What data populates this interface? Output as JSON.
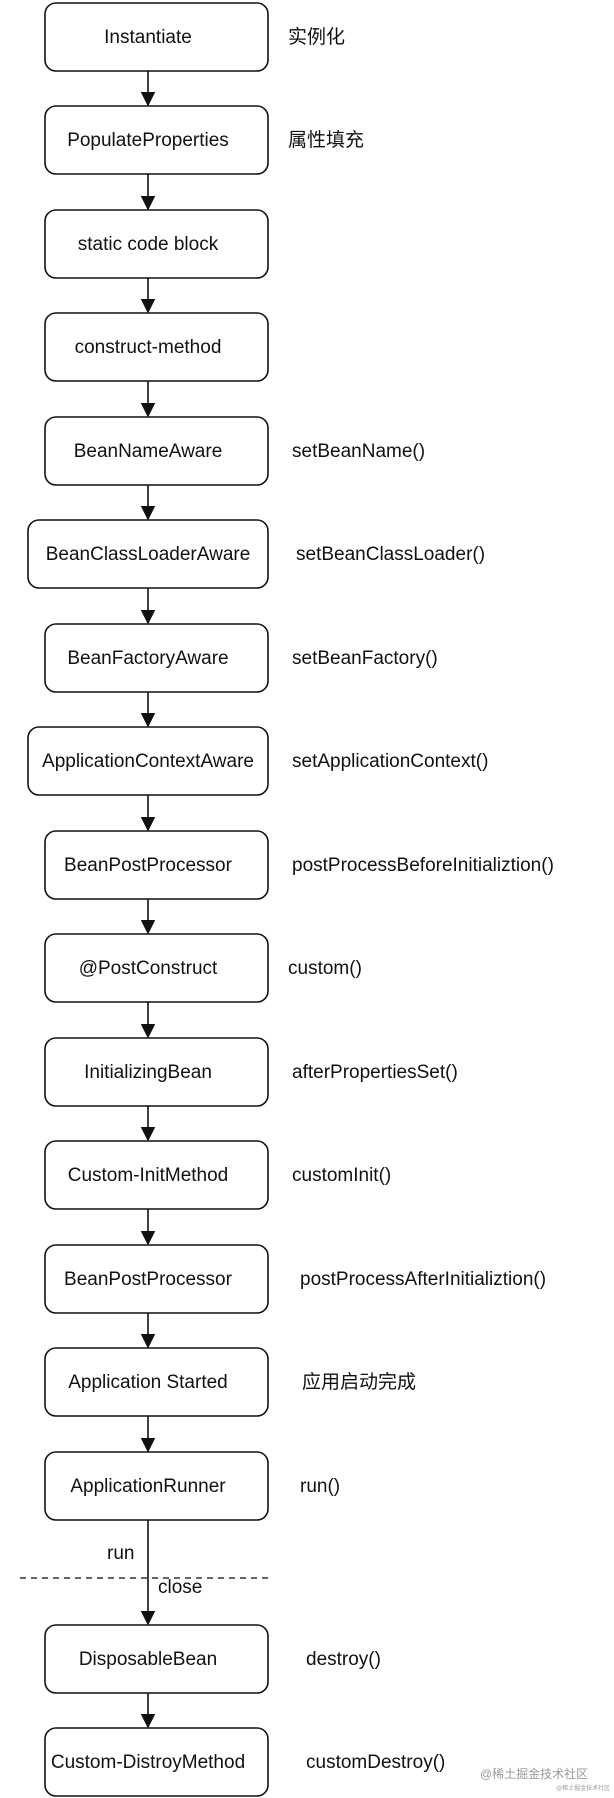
{
  "steps": [
    {
      "id": "instantiate",
      "label": "Instantiate",
      "note": "实例化"
    },
    {
      "id": "populate-properties",
      "label": "PopulateProperties",
      "note": "属性填充"
    },
    {
      "id": "static-code-block",
      "label": "static code block",
      "note": ""
    },
    {
      "id": "construct-method",
      "label": "construct-method",
      "note": ""
    },
    {
      "id": "bean-name-aware",
      "label": "BeanNameAware",
      "note": "setBeanName()"
    },
    {
      "id": "bean-class-loader-aware",
      "label": "BeanClassLoaderAware",
      "note": "setBeanClassLoader()"
    },
    {
      "id": "bean-factory-aware",
      "label": "BeanFactoryAware",
      "note": "setBeanFactory()"
    },
    {
      "id": "application-context-aware",
      "label": "ApplicationContextAware",
      "note": "setApplicationContext()"
    },
    {
      "id": "bean-post-processor-before",
      "label": "BeanPostProcessor",
      "note": "postProcessBeforeInitializtion()"
    },
    {
      "id": "post-construct",
      "label": "@PostConstruct",
      "note": "custom()"
    },
    {
      "id": "initializing-bean",
      "label": "InitializingBean",
      "note": "afterPropertiesSet()"
    },
    {
      "id": "custom-init-method",
      "label": "Custom-InitMethod",
      "note": "customInit()"
    },
    {
      "id": "bean-post-processor-after",
      "label": "BeanPostProcessor",
      "note": "postProcessAfterInitializtion()"
    },
    {
      "id": "application-started",
      "label": "Application Started",
      "note": "应用启动完成"
    },
    {
      "id": "application-runner",
      "label": "ApplicationRunner",
      "note": "run()"
    },
    {
      "id": "disposable-bean",
      "label": "DisposableBean",
      "note": "destroy()"
    },
    {
      "id": "custom-destroy-method",
      "label": "Custom-DistroyMethod",
      "note": "customDestroy()"
    }
  ],
  "phases": {
    "run": "run",
    "close": "close"
  },
  "watermark": {
    "text": "@稀土掘金技术社区",
    "subtext": "@稀土掘金技术社区"
  }
}
